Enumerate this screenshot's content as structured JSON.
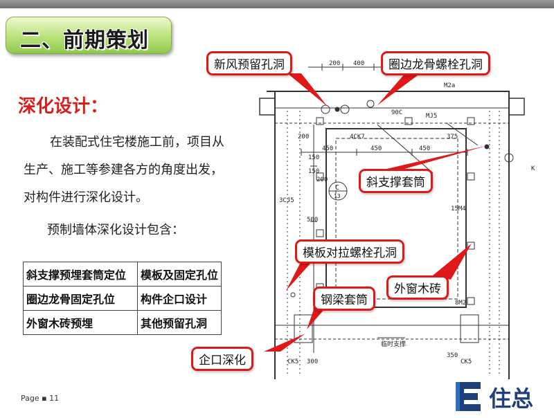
{
  "slide": {
    "title": "二、前期策划",
    "subtitle": "深化设计：",
    "paragraph": "在装配式住宅楼施工前，项目从生产、施工等参建各方的角度出发，对构件进行深化设计。",
    "content_intro": "预制墙体深化设计包含：",
    "table": [
      [
        "斜支撑预埋套筒定位",
        "模板及固定孔位"
      ],
      [
        "圈边龙骨固定孔位",
        "构件企口设计"
      ],
      [
        "外窗木砖预埋",
        "其他预留孔洞"
      ]
    ],
    "page_label": "Page ▪ 11",
    "logo_text": "住总"
  },
  "drawing": {
    "callouts": {
      "fresh_air": "新风预留孔洞",
      "keel_bolt": "圈边龙骨螺栓孔洞",
      "diagonal_brace": "斜支撑套筒",
      "formwork_bolt": "模板对拉螺栓孔洞",
      "window_brick": "外窗木砖",
      "steel_sleeve": "钢梁套筒",
      "rabbet": "企口深化"
    },
    "labels": {
      "d200": "200",
      "d400": "400",
      "m2a": "M2a",
      "d90c": "90C",
      "kc7": "4CK7",
      "mj5": "MJ5",
      "d375": "375",
      "d450a": "450",
      "d450b": "450",
      "d450c": "450",
      "d150a": "150",
      "d150b": "150",
      "d200b": "200",
      "d200c": "200",
      "ref_c": "C",
      "ref_num": "13",
      "m4": "15M4",
      "gj": "3CJ5",
      "d500": "500",
      "m2": "8M2",
      "d350": "350",
      "ck5a": "CK5",
      "ck5b": "CK5",
      "temp": "临时支撑",
      "d300": "300",
      "k": "K"
    }
  },
  "colors": {
    "title_green": "#b9e27a",
    "subtitle_red": "#d81e1e",
    "callout_border": "#e01818",
    "logo_blue": "#1f3f7a"
  }
}
